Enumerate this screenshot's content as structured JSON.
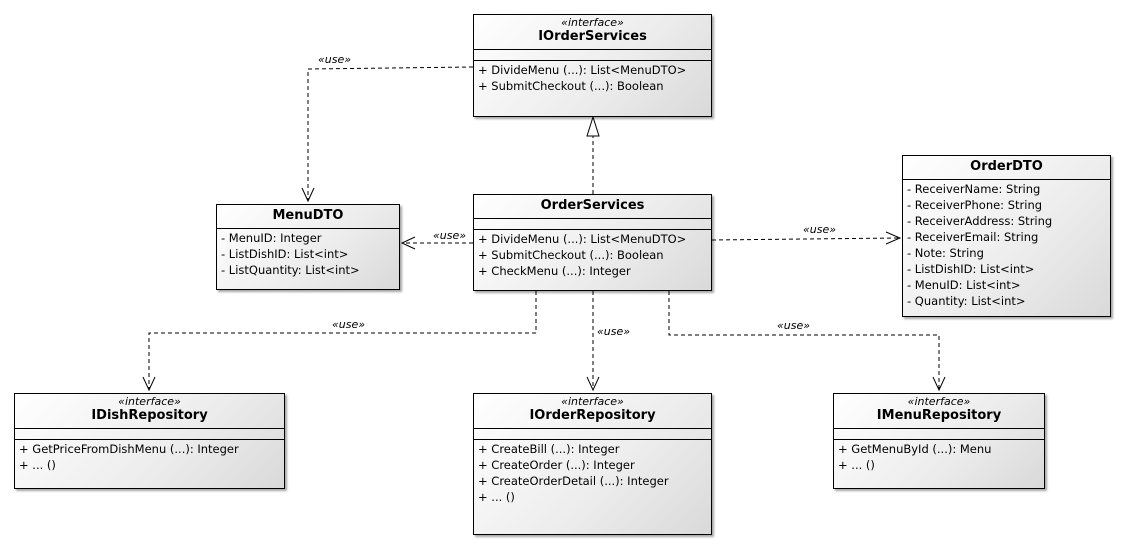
{
  "classes": {
    "iorderservices": {
      "stereotype": "«interface»",
      "name": "IOrderServices",
      "operations": [
        "+ DivideMenu (...): List<MenuDTO>",
        "+ SubmitCheckout (...): Boolean"
      ]
    },
    "orderservices": {
      "name": "OrderServices",
      "operations": [
        "+ DivideMenu (...): List<MenuDTO>",
        "+ SubmitCheckout (...): Boolean",
        "+ CheckMenu (...): Integer"
      ]
    },
    "menudto": {
      "name": "MenuDTO",
      "attributes": [
        "- MenuID: Integer",
        "- ListDishID: List<int>",
        "- ListQuantity: List<int>"
      ]
    },
    "orderdto": {
      "name": "OrderDTO",
      "attributes": [
        "- ReceiverName: String",
        "- ReceiverPhone: String",
        "- ReceiverAddress: String",
        "- ReceiverEmail: String",
        "- Note: String",
        "- ListDishID: List<int>",
        "- MenuID: List<int>",
        "- Quantity: List<int>"
      ]
    },
    "idishrepository": {
      "stereotype": "«interface»",
      "name": "IDishRepository",
      "operations": [
        "+ GetPriceFromDishMenu (...): Integer",
        "+ ... ()"
      ]
    },
    "iorderrepository": {
      "stereotype": "«interface»",
      "name": "IOrderRepository",
      "operations": [
        "+ CreateBill (...): Integer",
        "+ CreateOrder (...): Integer",
        "+ CreateOrderDetail (...): Integer",
        "+ ... ()"
      ]
    },
    "imenurepository": {
      "stereotype": "«interface»",
      "name": "IMenuRepository",
      "operations": [
        "+ GetMenuById (...): Menu",
        "+ ... ()"
      ]
    }
  },
  "edge_labels": {
    "use": "«use»"
  }
}
